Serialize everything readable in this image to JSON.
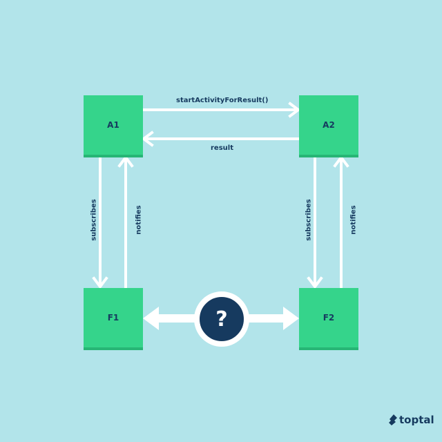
{
  "nodes": {
    "a1": "A1",
    "a2": "A2",
    "f1": "F1",
    "f2": "F2"
  },
  "edges": {
    "a1_to_a2": "startActivityForResult()",
    "a2_to_a1": "result",
    "a1_to_f1": "subscribes",
    "f1_to_a1": "notifies",
    "a2_to_f2": "subscribes",
    "f2_to_a2": "notifies"
  },
  "center_symbol": "?",
  "brand": {
    "name": "toptal",
    "icon": "toptal-logo-icon"
  },
  "colors": {
    "background": "#b2e4ea",
    "node_fill": "#35d48b",
    "text": "#163a5f",
    "arrows": "#ffffff"
  }
}
